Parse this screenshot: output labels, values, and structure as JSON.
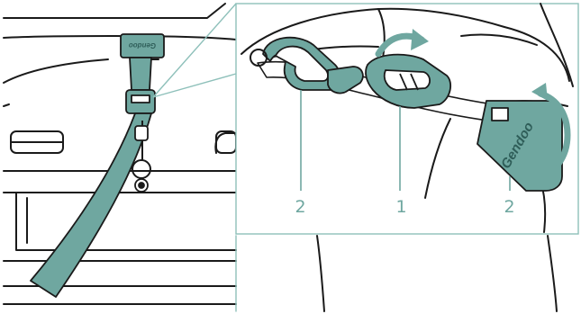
{
  "colors": {
    "strap": "#6fa7a0",
    "strap_dark": "#4f8a83",
    "outline": "#1a1a1a",
    "background": "#ffffff",
    "frame": "#8ec0ba",
    "arrow": "#6fa7a0"
  },
  "brand_text": "Gendoo",
  "callouts": {
    "left": {
      "label": "2"
    },
    "middle": {
      "label": "1"
    },
    "right": {
      "label": "2"
    }
  },
  "icons": {
    "rotate_arrow_top": "curved-arrow-icon",
    "rotate_arrow_right": "curved-arrow-icon"
  }
}
